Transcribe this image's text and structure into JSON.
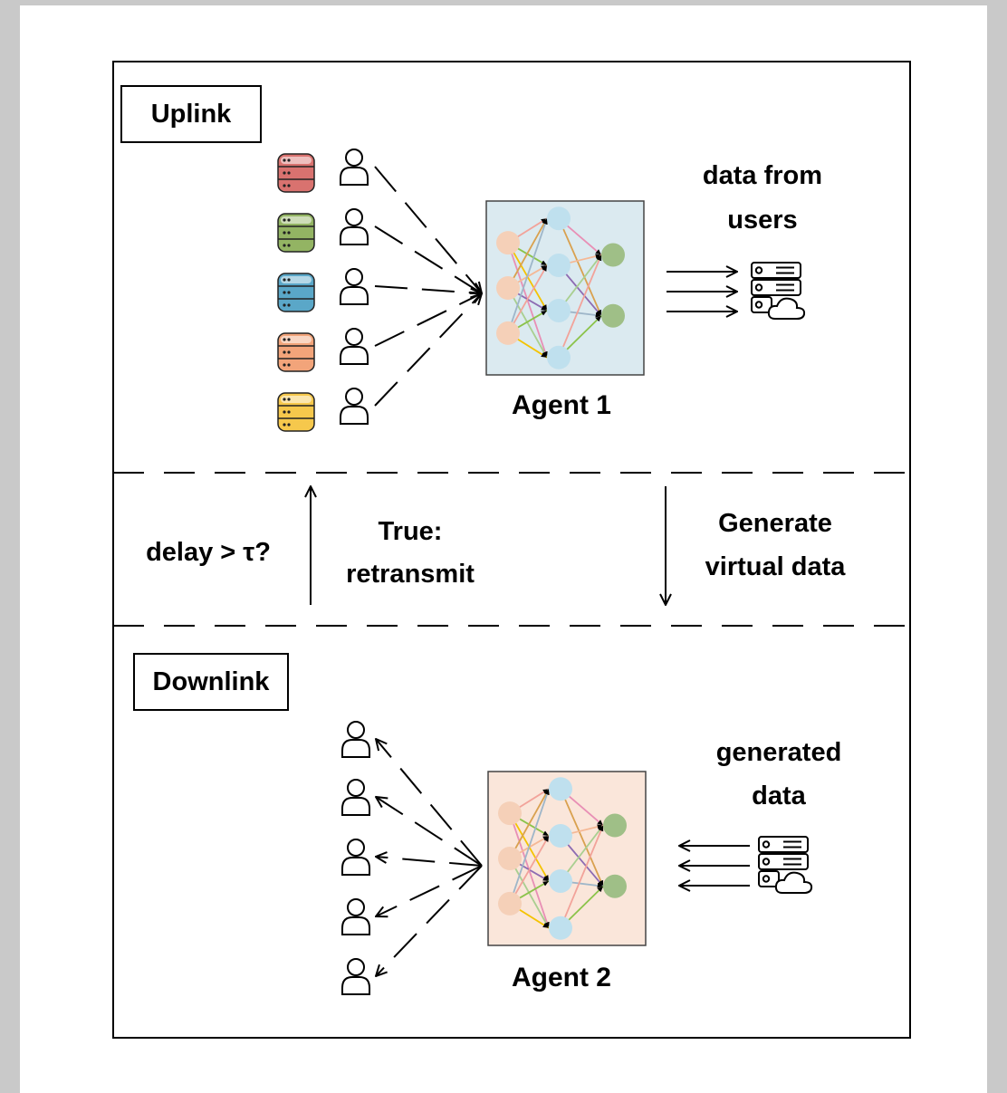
{
  "uplink": {
    "label": "Uplink",
    "agent_label": "Agent 1",
    "server_caption": [
      "data from",
      "users"
    ],
    "agent_bg": "#dbeaf0",
    "database_colors": [
      "#d9726f",
      "#93b463",
      "#5aa7c8",
      "#f2a47a",
      "#f6c84c"
    ]
  },
  "middle": {
    "condition": "delay > τ?",
    "true_action": [
      "True:",
      "retransmit"
    ],
    "generate": [
      "Generate",
      "virtual data"
    ]
  },
  "downlink": {
    "label": "Downlink",
    "agent_label": "Agent 2",
    "server_caption": [
      "generated",
      "data"
    ],
    "agent_bg": "#fae6da"
  },
  "nn_colors": {
    "input_nodes": "#f5d0b8",
    "hidden_nodes": "#bfe0ee",
    "output_nodes": "#9fbf87",
    "edges": [
      "#f2a39a",
      "#8bc34a",
      "#f4c300",
      "#e88fb5",
      "#d9a14f",
      "#f5b895",
      "#8d6bb2",
      "#a9cf90",
      "#9eb6c9"
    ]
  }
}
